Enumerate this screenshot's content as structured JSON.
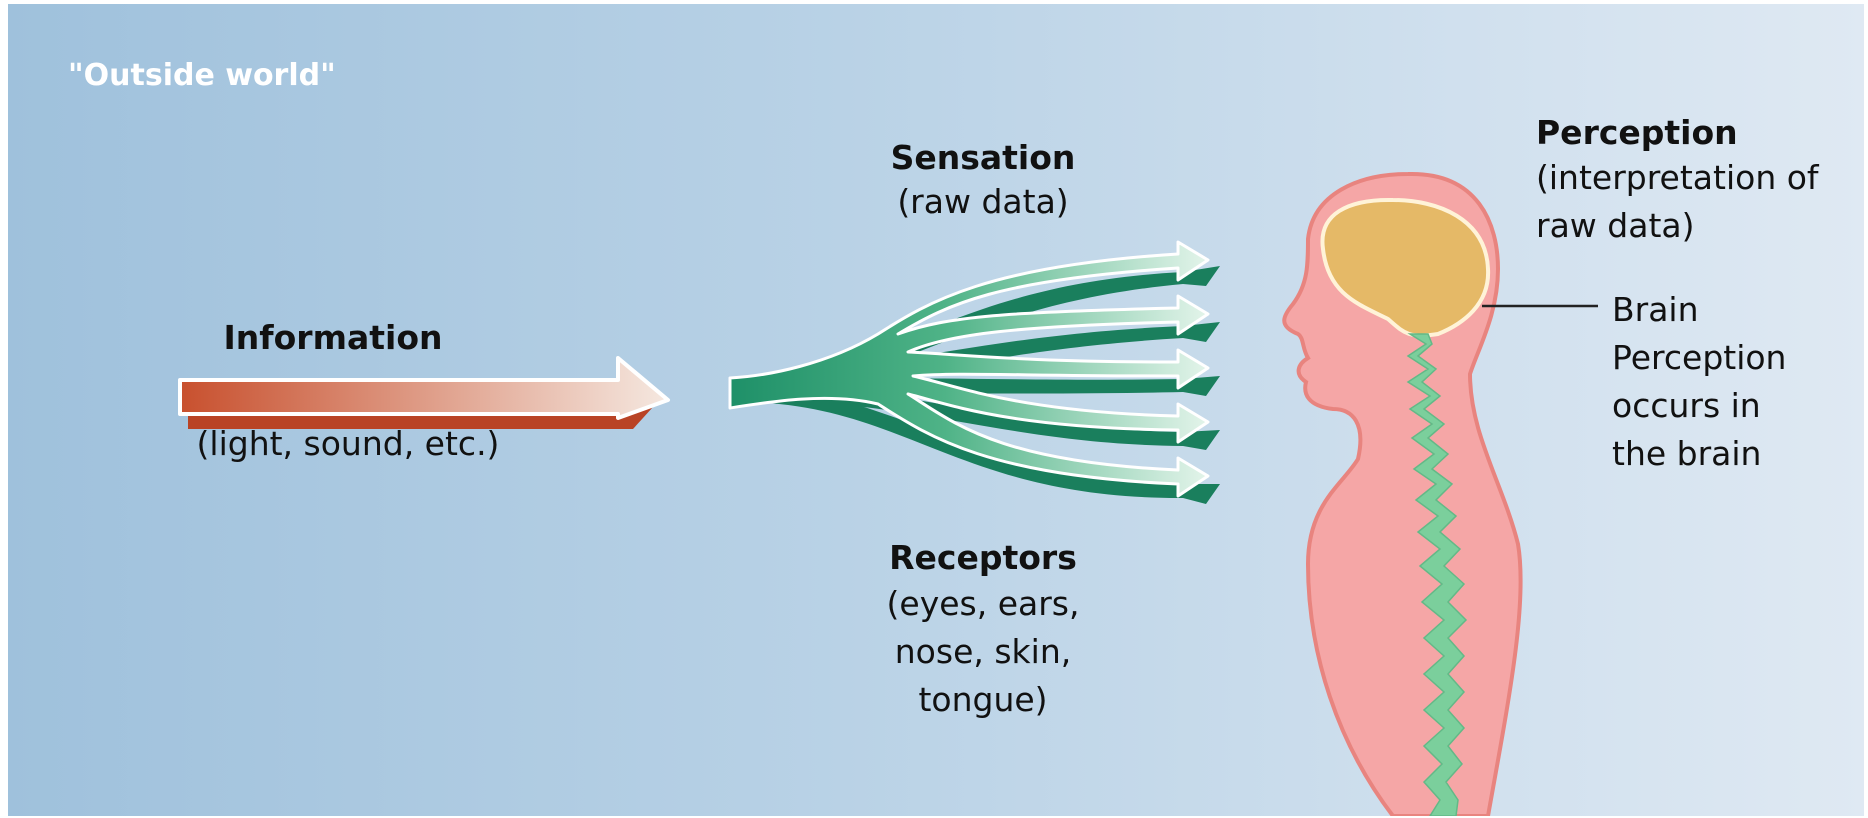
{
  "outside_world": "\"Outside world\"",
  "information": {
    "title": "Information",
    "subtitle": "(light, sound, etc.)"
  },
  "sensation": {
    "title": "Sensation",
    "subtitle": "(raw data)"
  },
  "receptors": {
    "title": "Receptors",
    "lines": [
      "(eyes, ears,",
      "nose, skin,",
      "tongue)"
    ]
  },
  "perception": {
    "title": "Perception",
    "lines": [
      "(interpretation of",
      "raw data)"
    ]
  },
  "brain": {
    "label": "Brain",
    "note_lines": [
      "Perception",
      "occurs in",
      "the brain"
    ]
  },
  "colors": {
    "info_arrow_start": "#c8502e",
    "info_arrow_end": "#f3e4dc",
    "receptor_green": "#1e9068",
    "body_fill": "#f5a6a6",
    "body_outline": "#e88a88",
    "brain_fill": "#e5b967",
    "spine_green": "#7bcf9c",
    "outside_text": "#ffffff"
  }
}
